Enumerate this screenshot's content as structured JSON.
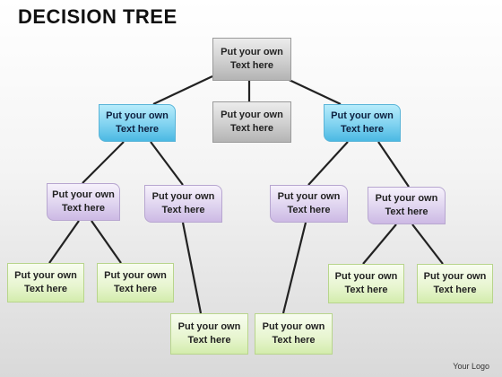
{
  "title": "DECISION TREE",
  "footer_logo": "Your Logo",
  "colors": {
    "root": "#c8c8c8",
    "level1": "#7fd2f0",
    "level2": "#ddd1ee",
    "leaf": "#e7f5cf",
    "connector": "#222222"
  },
  "nodes": [
    {
      "id": "root",
      "label": "Put your own\nText here",
      "style": "gray",
      "parent": null
    },
    {
      "id": "l1-left",
      "label": "Put your own\nText here",
      "style": "blue",
      "parent": "root"
    },
    {
      "id": "l1-center",
      "label": "Put your own\nText here",
      "style": "gray",
      "parent": "root"
    },
    {
      "id": "l1-right",
      "label": "Put your own\nText here",
      "style": "blue",
      "parent": "root"
    },
    {
      "id": "l2-a",
      "label": "Put your own\nText here",
      "style": "purple",
      "parent": "l1-left"
    },
    {
      "id": "l2-b",
      "label": "Put your own\nText here",
      "style": "purple",
      "parent": "l1-left"
    },
    {
      "id": "l2-c",
      "label": "Put your own\nText here",
      "style": "purple",
      "parent": "l1-right"
    },
    {
      "id": "l2-d",
      "label": "Put your own\nText here",
      "style": "purple",
      "parent": "l1-right"
    },
    {
      "id": "leaf-1",
      "label": "Put your own\nText here",
      "style": "green",
      "parent": "l2-a"
    },
    {
      "id": "leaf-2",
      "label": "Put your own\nText here",
      "style": "green",
      "parent": "l2-a"
    },
    {
      "id": "leaf-3",
      "label": "Put your own\nText here",
      "style": "green",
      "parent": "l2-b"
    },
    {
      "id": "leaf-4",
      "label": "Put your own\nText here",
      "style": "green",
      "parent": "l2-c"
    },
    {
      "id": "leaf-5",
      "label": "Put your own\nText here",
      "style": "green",
      "parent": "l2-d"
    },
    {
      "id": "leaf-6",
      "label": "Put your own\nText here",
      "style": "green",
      "parent": "l2-d"
    }
  ]
}
